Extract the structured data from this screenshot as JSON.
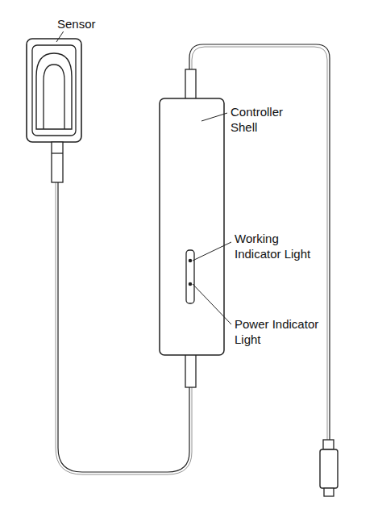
{
  "diagram": {
    "labels": [
      "Sensor",
      "Controller Shell",
      "Working Indicator Light",
      "Power Indicator Light"
    ]
  }
}
